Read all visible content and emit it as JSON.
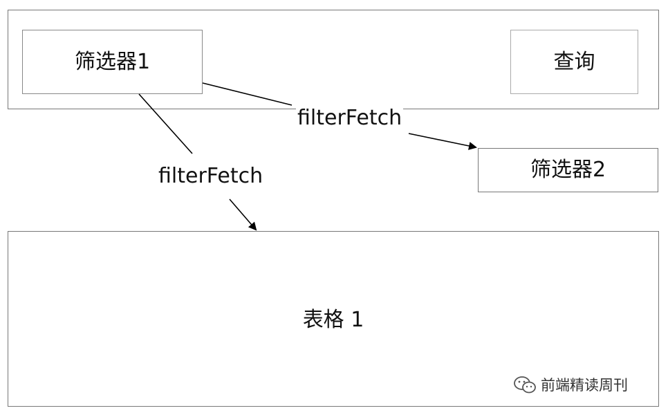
{
  "diagram": {
    "filter1": {
      "label": "筛选器1"
    },
    "query": {
      "label": "查询"
    },
    "filter2": {
      "label": "筛选器2"
    },
    "table1": {
      "label": "表格 1"
    },
    "edges": [
      {
        "from": "filter1",
        "to": "filter2",
        "label": "filterFetch"
      },
      {
        "from": "filter1",
        "to": "table1",
        "label": "filterFetch"
      }
    ]
  },
  "watermark": {
    "text": "前端精读周刊",
    "icon": "wechat-icon"
  }
}
